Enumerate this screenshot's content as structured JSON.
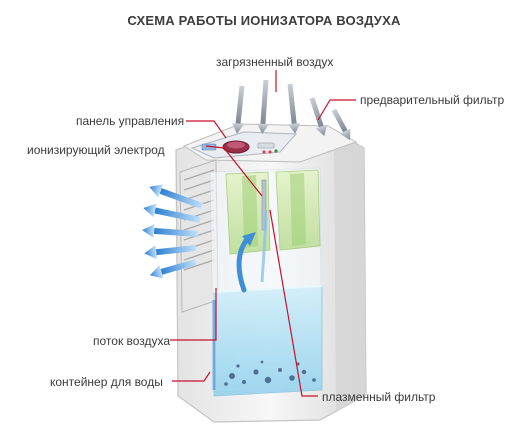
{
  "title": "СХЕМА РАБОТЫ ИОНИЗАТОРА ВОЗДУХА",
  "labels": {
    "polluted_air": "загрязненный воздух",
    "pre_filter": "предварительный фильтр",
    "control_panel": "панель управления",
    "ionizing_electrode": "ионизирующий электрод",
    "air_flow": "поток воздуха",
    "water_container": "контейнер для воды",
    "plasma_filter": "плазменный фильтр"
  },
  "colors": {
    "leader_line": "#c8102e",
    "arrow_blue": "#3f8fd6",
    "air_in_gray": "#8a95a3",
    "water": "#a8dcef",
    "filter_green": "#cde8a5",
    "body": "#ececec",
    "title_text": "#3d3d3d"
  }
}
